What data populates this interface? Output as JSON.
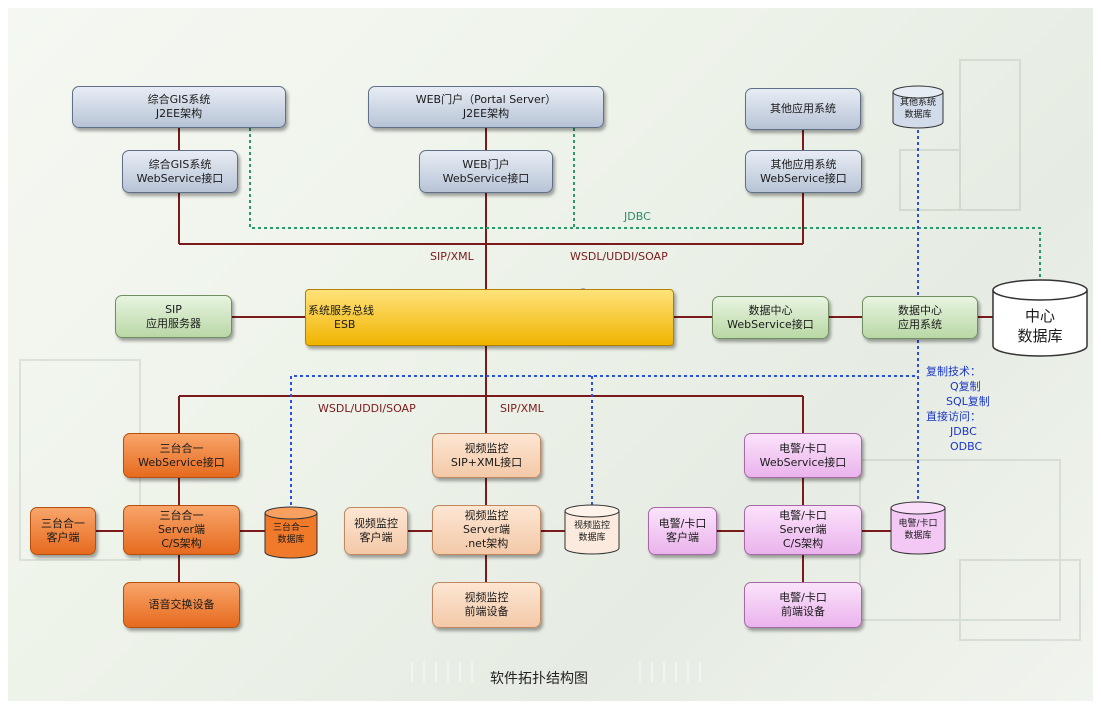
{
  "caption": "软件拓扑结构图",
  "top_systems": {
    "gis": {
      "line1": "综合GIS系统",
      "line2": "J2EE架构"
    },
    "web": {
      "line1": "WEB门户（Portal Server）",
      "line2": "J2EE架构"
    },
    "other": {
      "line1": "其他应用系统"
    },
    "other_db": {
      "line1": "其他系统",
      "line2": "数据库"
    }
  },
  "ws_layer": {
    "gis": {
      "line1": "综合GIS系统",
      "line2": "WebService接口"
    },
    "web": {
      "line1": "WEB门户",
      "line2": "WebService接口"
    },
    "other": {
      "line1": "其他应用系统",
      "line2": "WebService接口"
    }
  },
  "middle": {
    "sip": {
      "line1": "SIP",
      "line2": "应用服务器"
    },
    "esb": {
      "line1": "系统服务总线",
      "line2": "ESB"
    },
    "dc_ws": {
      "line1": "数据中心",
      "line2": "WebService接口"
    },
    "dc_app": {
      "line1": "数据中心",
      "line2": "应用系统"
    },
    "center_db": {
      "line1": "中心",
      "line2": "数据库"
    }
  },
  "connector_labels": {
    "jdbc_top": "JDBC",
    "sip_xml_top": "SIP/XML",
    "wsdl_top": "WSDL/UDDI/SOAP",
    "wsdl_bottom": "WSDL/UDDI/SOAP",
    "sip_xml_bottom": "SIP/XML"
  },
  "replication_note": [
    "复制技术：",
    "Q复制",
    "SQL复制",
    "直接访问：",
    "JDBC",
    "ODBC"
  ],
  "branch_left": {
    "ws": {
      "line1": "三台合一",
      "line2": "WebService接口"
    },
    "server": {
      "line1": "三台合一",
      "line2": "Server端",
      "line3": "C/S架构"
    },
    "client": {
      "line1": "三台合一",
      "line2": "客户端"
    },
    "db": {
      "line1": "三台合一",
      "line2": "数据库"
    },
    "device": {
      "line1": "语音交换设备"
    }
  },
  "branch_mid": {
    "ws": {
      "line1": "视频监控",
      "line2": "SIP+XML接口"
    },
    "server": {
      "line1": "视频监控",
      "line2": "Server端",
      "line3": ".net架构"
    },
    "client": {
      "line1": "视频监控",
      "line2": "客户端"
    },
    "db": {
      "line1": "视频监控",
      "line2": "数据库"
    },
    "device": {
      "line1": "视频监控",
      "line2": "前端设备"
    }
  },
  "branch_right": {
    "ws": {
      "line1": "电警/卡口",
      "line2": "WebService接口"
    },
    "server": {
      "line1": "电警/卡口",
      "line2": "Server端",
      "line3": "C/S架构"
    },
    "client": {
      "line1": "电警/卡口",
      "line2": "客户端"
    },
    "db": {
      "line1": "电警/卡口",
      "line2": "数据库"
    },
    "device": {
      "line1": "电警/卡口",
      "line2": "前端设备"
    }
  },
  "colors": {
    "line": "#7a1a1a",
    "jdbc": "#2a9a6a",
    "replication": "#2a50e0",
    "esb": "#f0b400"
  }
}
